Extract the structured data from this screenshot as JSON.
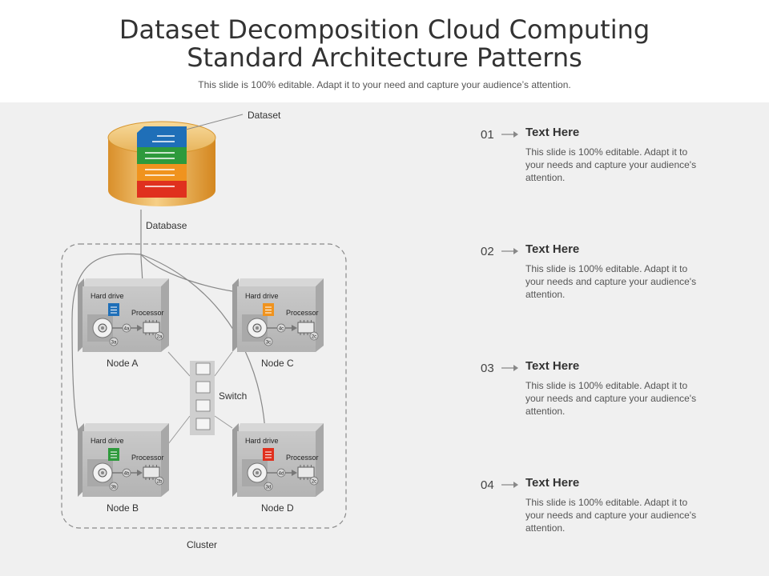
{
  "header": {
    "title_line1": "Dataset Decomposition Cloud Computing",
    "title_line2": "Standard Architecture Patterns",
    "subtitle": "This slide is 100% editable. Adapt it to your need and capture your audience’s attention."
  },
  "diagram": {
    "dataset_label": "Dataset",
    "database_label": "Database",
    "switch_label": "Switch",
    "cluster_label": "Cluster",
    "nodes": [
      {
        "name": "Node A",
        "hard_drive": "Hard drive",
        "processor": "Processor",
        "disk_tag": "3a",
        "link_tag": "4a",
        "cpu_tag": "2a",
        "doc_color": "#1f6fb8"
      },
      {
        "name": "Node C",
        "hard_drive": "Hard drive",
        "processor": "Processor",
        "disk_tag": "3c",
        "link_tag": "4c",
        "cpu_tag": "2c",
        "doc_color": "#f0931e"
      },
      {
        "name": "Node B",
        "hard_drive": "Hard drive",
        "processor": "Processor",
        "disk_tag": "3b",
        "link_tag": "4b",
        "cpu_tag": "2b",
        "doc_color": "#2e9a3c"
      },
      {
        "name": "Node D",
        "hard_drive": "Hard drive",
        "processor": "Processor",
        "disk_tag": "3d",
        "link_tag": "4d",
        "cpu_tag": "2c",
        "doc_color": "#e0301e"
      }
    ],
    "stack_colors": [
      "#1f6fb8",
      "#2e9a3c",
      "#f0931e",
      "#e0301e"
    ]
  },
  "steps": [
    {
      "number": "01",
      "title": "Text Here",
      "body": "This slide is 100% editable. Adapt it to your needs and capture your audience's attention."
    },
    {
      "number": "02",
      "title": "Text Here",
      "body": "This slide is 100% editable. Adapt it to your needs and capture your audience's attention."
    },
    {
      "number": "03",
      "title": "Text Here",
      "body": "This slide is 100% editable. Adapt it to your needs and capture your audience's attention."
    },
    {
      "number": "04",
      "title": "Text Here",
      "body": "This slide is 100% editable. Adapt it to your needs and capture your audience's attention."
    }
  ]
}
